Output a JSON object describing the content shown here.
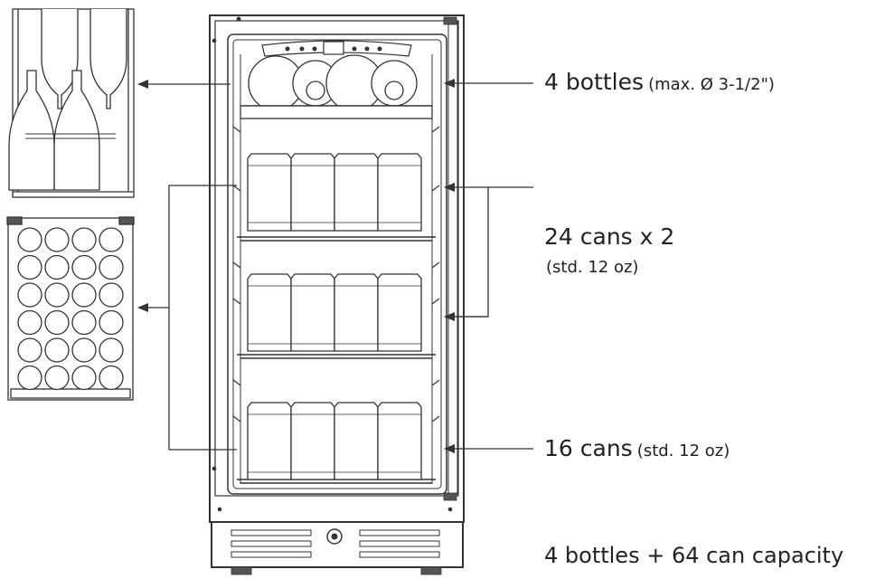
{
  "labels": {
    "bottles": {
      "main": "4 bottles",
      "note": "(max. Ø 3-1/2\")"
    },
    "cans_mid": {
      "main": "24 cans x 2",
      "note": "(std. 12 oz)"
    },
    "cans_bottom": {
      "main": "16 cans",
      "note": "(std. 12 oz)"
    },
    "capacity": "4 bottles + 64 can capacity"
  },
  "colors": {
    "line": "#333333",
    "text": "#222222",
    "background": "#ffffff"
  },
  "icons": [
    "wine-fridge",
    "bottle-rack",
    "can-rack",
    "control-panel",
    "door-lock"
  ]
}
